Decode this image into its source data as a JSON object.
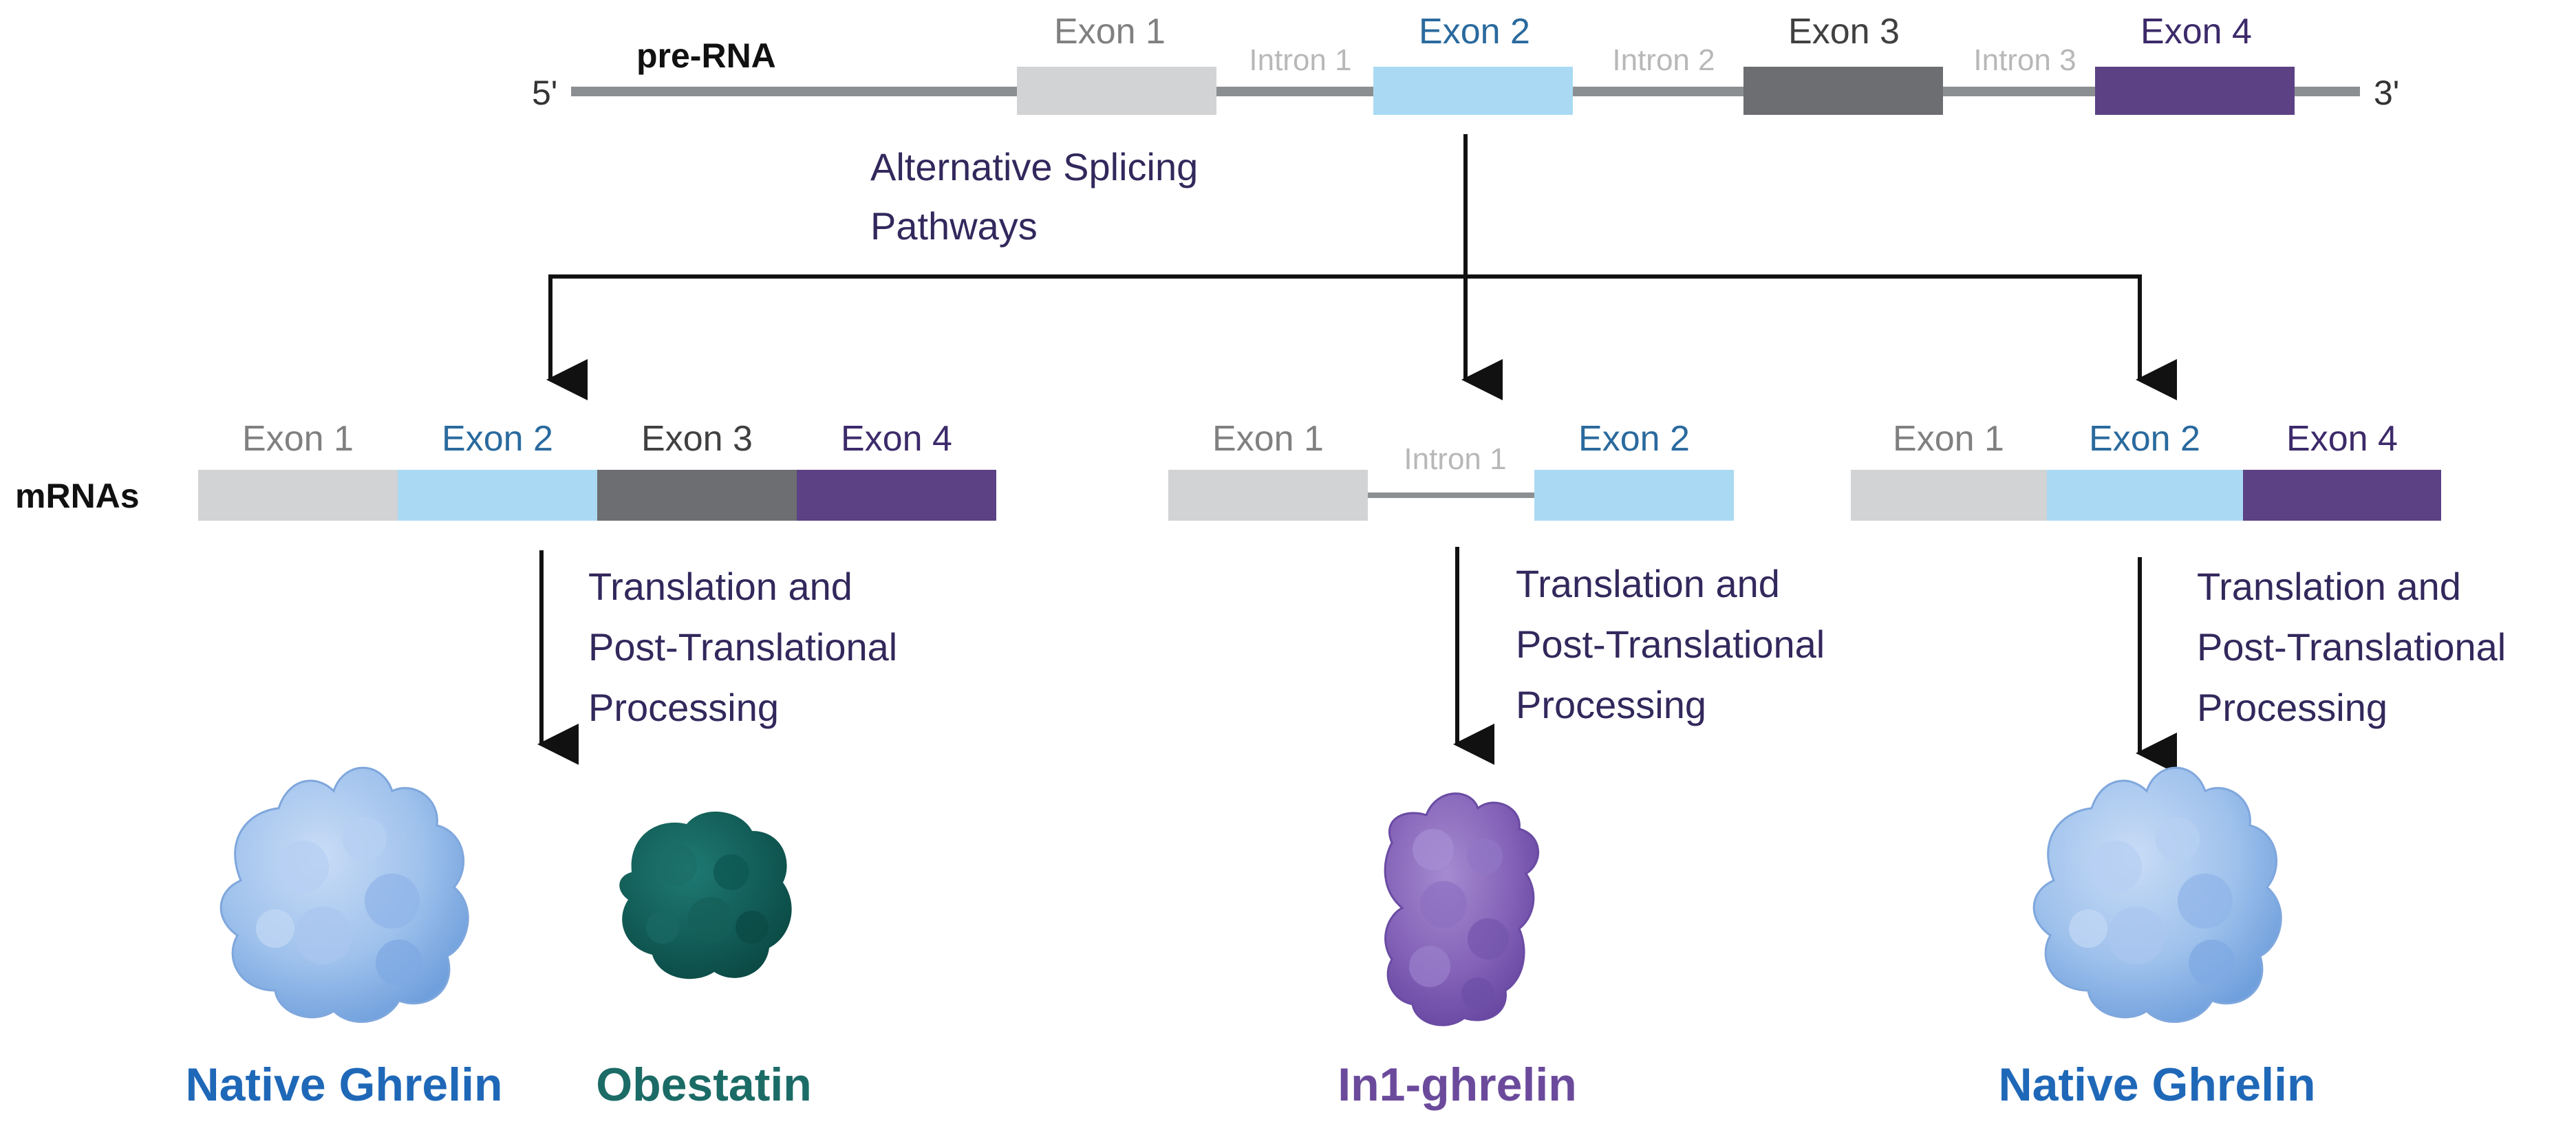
{
  "pre_rna": {
    "label": "pre-RNA",
    "five_prime": "5'",
    "three_prime": "3'",
    "segments": {
      "exon1": "Exon 1",
      "intron1": "Intron 1",
      "exon2": "Exon 2",
      "intron2": "Intron 2",
      "exon3": "Exon 3",
      "intron3": "Intron 3",
      "exon4": "Exon 4"
    }
  },
  "splicing_label": [
    "Alternative Splicing",
    "Pathways"
  ],
  "mrnas_label": "mRNAs",
  "pathways": [
    {
      "segments": [
        "Exon 1",
        "Exon 2",
        "Exon 3",
        "Exon 4"
      ],
      "process_label": [
        "Translation and",
        "Post-Translational",
        "Processing"
      ],
      "products": [
        "Native Ghrelin",
        "Obestatin"
      ]
    },
    {
      "segments": [
        "Exon 1",
        "Intron 1",
        "Exon 2"
      ],
      "process_label": [
        "Translation and",
        "Post-Translational",
        "Processing"
      ],
      "products": [
        "In1-ghrelin"
      ]
    },
    {
      "segments": [
        "Exon 1",
        "Exon 2",
        "Exon 4"
      ],
      "process_label": [
        "Translation and",
        "Post-Translational",
        "Processing"
      ],
      "products": [
        "Native Ghrelin"
      ]
    }
  ],
  "colors": {
    "exon1": "#d1d3d4",
    "exon2": "#aadaf3",
    "exon3": "#6d6e71",
    "exon4": "#5c4185",
    "backbone": "#8c8f92",
    "exon1_text": "#808080",
    "exon2_text": "#2a6a9e",
    "exon3_text": "#404040",
    "exon4_text": "#3c2a6a",
    "intron_text": "#b8b8b8",
    "process_text": "#33285c",
    "native_ghrelin": "#1f68b8",
    "obestatin": "#1b6b66",
    "in1_ghrelin": "#6b4a9c",
    "arrow": "#111111"
  },
  "icons": [
    "ghrelin-protein-icon",
    "obestatin-protein-icon",
    "in1-ghrelin-protein-icon"
  ]
}
